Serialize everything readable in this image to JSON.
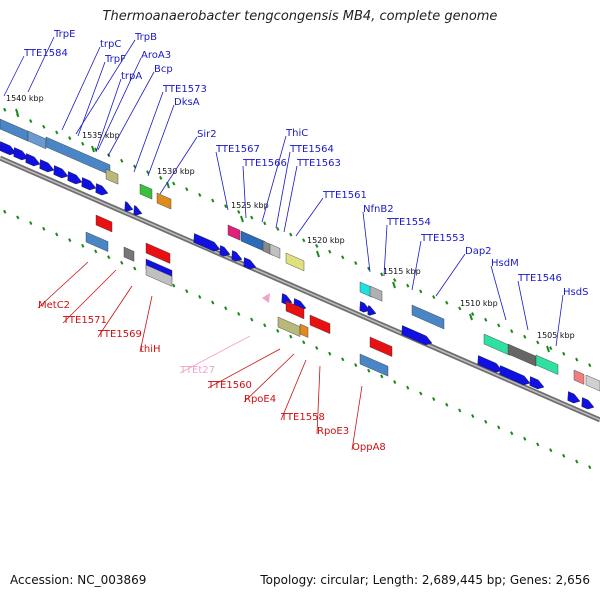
{
  "title": "Thermoanaerobacter tengcongensis MB4, complete genome",
  "footer": {
    "accession": "Accession: NC_003869",
    "topology": "Topology: circular; Length: 2,689,445 bp; Genes: 2,656"
  },
  "colors": {
    "forward_label": "#1a1ac8",
    "reverse_label": "#cc1111",
    "rna_label": "#f0a0c8",
    "strand": "#7a7a7a",
    "tick": "#1a8a1a"
  },
  "scale_labels": [
    "1540 kbp",
    "1535 kbp",
    "1530 kbp",
    "1525 kbp",
    "1520 kbp",
    "1515 kbp",
    "1510 kbp",
    "1505 kbp"
  ],
  "forward_labels": [
    "TrpE",
    "TTE1584",
    "trpC",
    "TrpB",
    "TrpF",
    "AroA3",
    "trpA",
    "Bcp",
    "TTE1573",
    "DksA",
    "Sir2",
    "TTE1567",
    "ThiC",
    "TTE1564",
    "TTE1566",
    "TTE1563",
    "TTE1561",
    "NfnB2",
    "TTE1554",
    "TTE1553",
    "Dap2",
    "HsdM",
    "TTE1546",
    "HsdS"
  ],
  "reverse_labels": [
    "MetC2",
    "TTE1571",
    "TTE1569",
    "thiH",
    "TTE1560",
    "RpoE4",
    "TTE1558",
    "RpoE3",
    "OppA8"
  ],
  "rna_labels": [
    "TTEt27"
  ]
}
